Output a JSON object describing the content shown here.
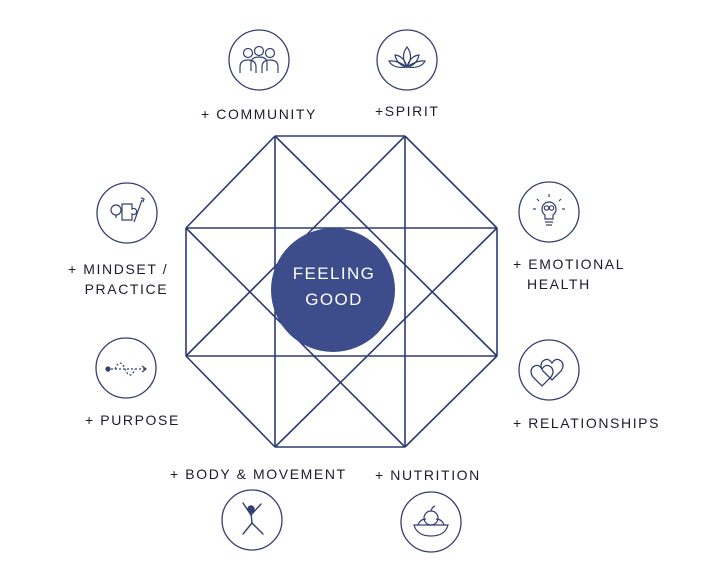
{
  "center": {
    "line1": "FEELING",
    "line2": "GOOD",
    "fill": "#3d4d8c"
  },
  "colors": {
    "line": "#2c3a73",
    "icon": "#33406f",
    "text": "#1c1c2e"
  },
  "nodes": [
    {
      "id": "community",
      "lines": [
        "+ COMMUNITY"
      ],
      "icon": "people-icon"
    },
    {
      "id": "spirit",
      "lines": [
        "+SPIRIT"
      ],
      "icon": "lotus-icon"
    },
    {
      "id": "emotional-health",
      "lines": [
        "+ EMOTIONAL",
        "HEALTH"
      ],
      "icon": "lightbulb-icon"
    },
    {
      "id": "relationships",
      "lines": [
        "+ RELATIONSHIPS"
      ],
      "icon": "hearts-icon"
    },
    {
      "id": "nutrition",
      "lines": [
        "+ NUTRITION"
      ],
      "icon": "fruit-bowl-icon"
    },
    {
      "id": "body-movement",
      "lines": [
        "+ BODY & MOVEMENT"
      ],
      "icon": "yoga-pose-icon"
    },
    {
      "id": "purpose",
      "lines": [
        "+ PURPOSE"
      ],
      "icon": "path-icon"
    },
    {
      "id": "mindset-practice",
      "lines": [
        "+ MINDSET /",
        "PRACTICE"
      ],
      "icon": "puzzle-pen-icon"
    }
  ]
}
